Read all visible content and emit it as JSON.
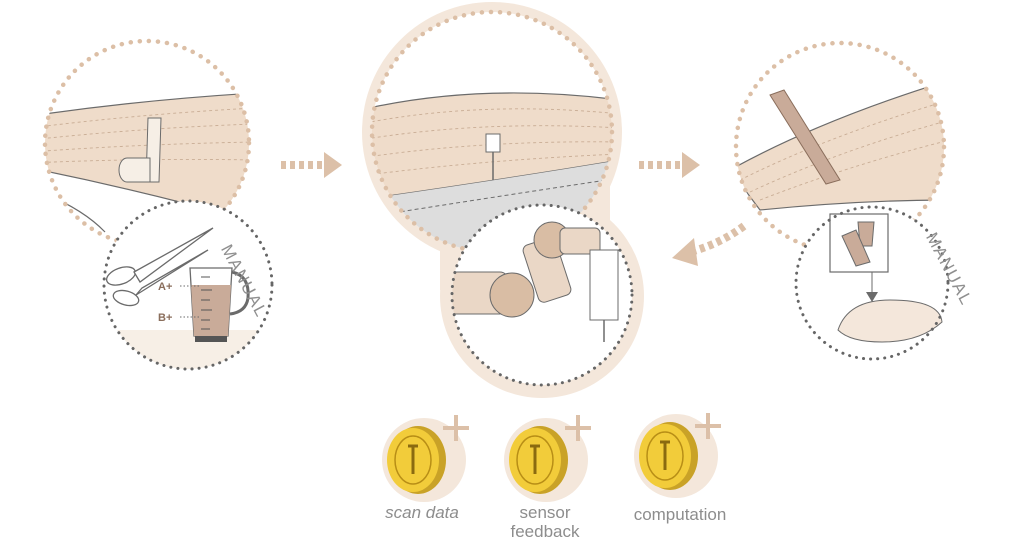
{
  "steps": [
    {
      "id": "manual-prep",
      "label": "MANUAL",
      "detail_labels": [
        "A+",
        "B+"
      ]
    },
    {
      "id": "robotic-step"
    },
    {
      "id": "manual-finish",
      "label": "MANUAL"
    }
  ],
  "inputs": [
    {
      "label": "scan data",
      "style": "italic"
    },
    {
      "label": "sensor feedback",
      "style": "normal"
    },
    {
      "label": "computation",
      "style": "normal"
    }
  ],
  "colors": {
    "accent": "#dcc0a8",
    "accent_light": "#f4e7db",
    "gold": "#f2cc3a",
    "gold_dark": "#c9a227",
    "dotted_light": "#dcbfa6",
    "dotted_dark": "#666666",
    "text": "#8d8d8d",
    "resin": "#c9ab99"
  },
  "icons": [
    "scissors-icon",
    "measuring-cup-icon",
    "brush-icon",
    "robot-arm-icon",
    "arrow-right-icon",
    "arrow-left-icon",
    "plus-icon",
    "coin-icon"
  ]
}
